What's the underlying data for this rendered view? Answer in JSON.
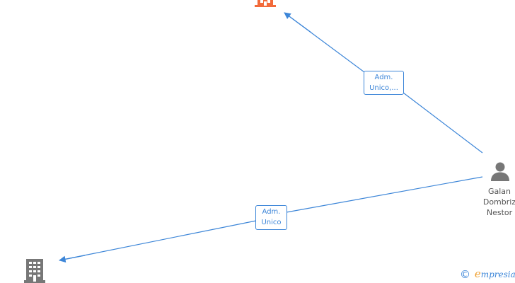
{
  "edges": [
    {
      "label_line1": "Adm.",
      "label_line2": "Unico,..."
    },
    {
      "label_line1": "Adm.",
      "label_line2": "Unico"
    }
  ],
  "nodes": {
    "person": {
      "name_line1": "Galan",
      "name_line2": "Dombriz",
      "name_line3": "Nestor"
    },
    "company_top": {
      "icon": "building-icon",
      "color": "#f26a3a"
    },
    "company_bottom": {
      "icon": "building-icon",
      "color": "#777777"
    }
  },
  "colors": {
    "edge": "#3d86d8",
    "person_icon": "#777777"
  },
  "brand": {
    "copyright": "©",
    "e": "e",
    "rest": "mpresia"
  }
}
